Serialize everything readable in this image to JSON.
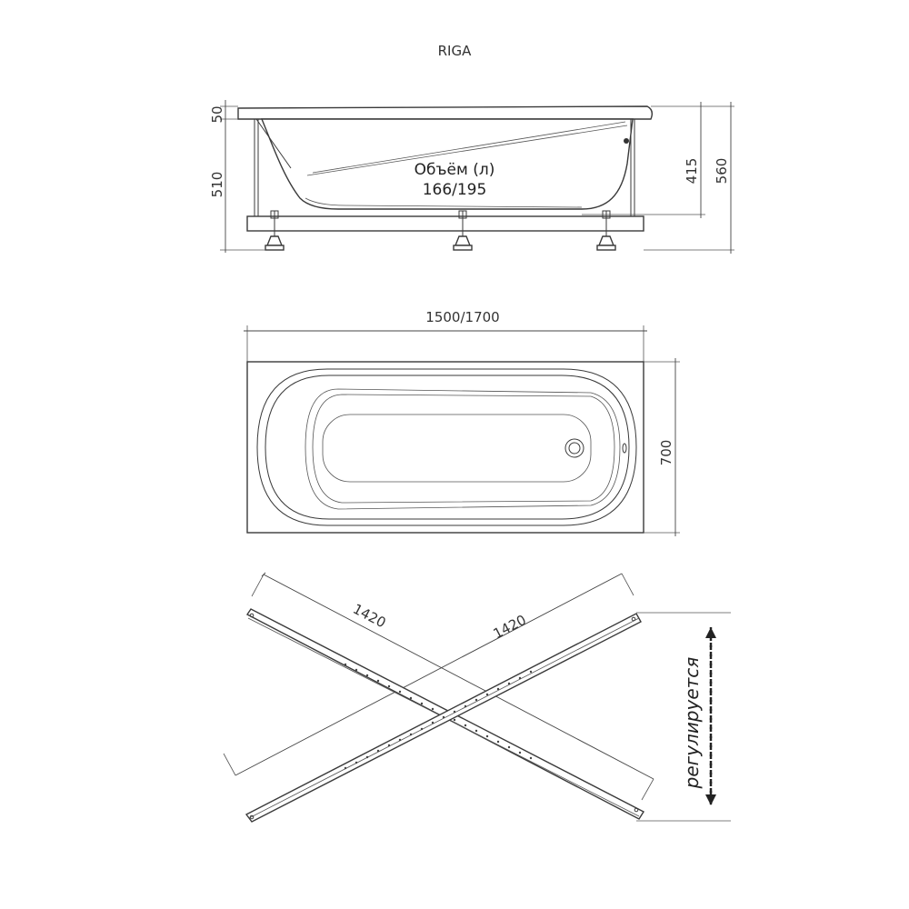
{
  "title": "RIGA",
  "side_view": {
    "volume_label": "Объём (л)",
    "volume_value": "166/195",
    "dim_rim": "50",
    "dim_body": "510",
    "dim_inner_depth": "415",
    "dim_total_height": "560"
  },
  "top_view": {
    "dim_length": "1500/1700",
    "dim_width": "700"
  },
  "frame_view": {
    "dim_leg_left": "1420",
    "dim_leg_right": "1420",
    "adjustable_label": "регулируется"
  }
}
